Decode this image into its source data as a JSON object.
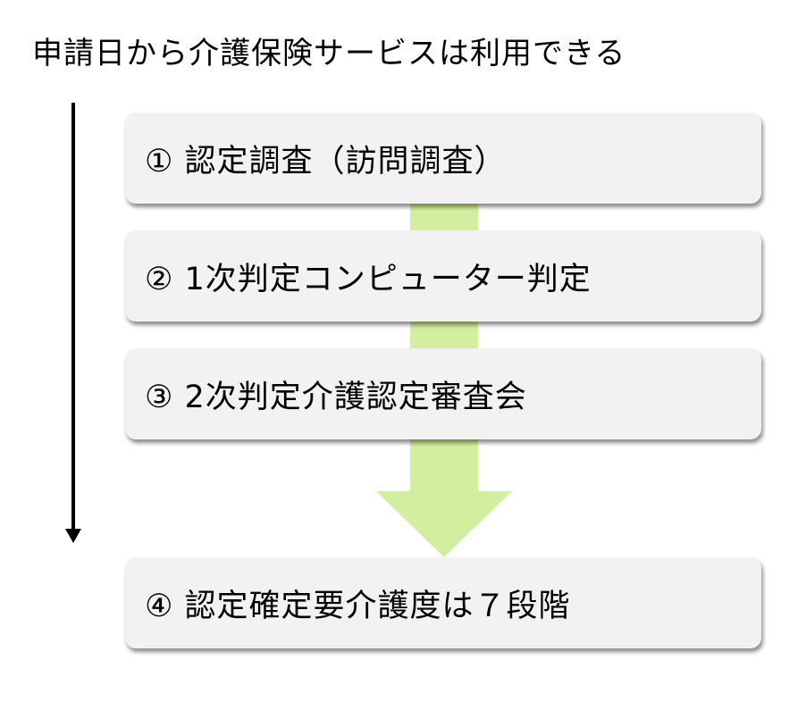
{
  "title": "申請日から介護保険サービスは利用できる",
  "steps": [
    {
      "label": "① 認定調査（訪問調査）"
    },
    {
      "label": "② 1次判定コンピューター判定"
    },
    {
      "label": "③ 2次判定介護認定審査会"
    },
    {
      "label": "④ 認定確定要介護度は７段階"
    }
  ],
  "colors": {
    "flow_arrow": "#d3ee9e",
    "box": "#f2f2f2",
    "timeline": "#000000"
  }
}
